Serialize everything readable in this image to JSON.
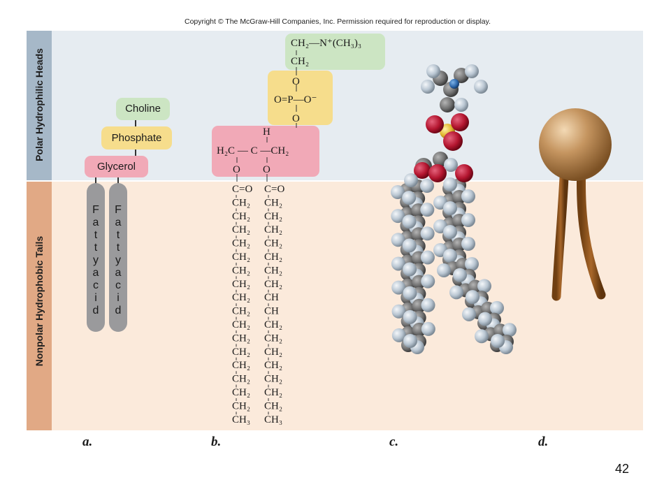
{
  "copyright": "Copyright © The McGraw-Hill Companies, Inc. Permission required for reproduction or display.",
  "regions": {
    "top_label": "Polar Hydrophilic Heads",
    "bottom_label": "Nonpolar Hydrophobic Tails"
  },
  "panel_a": {
    "choline": "Choline",
    "phosphate": "Phosphate",
    "glycerol": "Glycerol",
    "tail_letters": [
      "F",
      "a",
      "t",
      "t",
      "y",
      "a",
      "c",
      "i",
      "d"
    ]
  },
  "panel_b": {
    "choline_group": "CH₂—N⁺(CH₃)₃",
    "choline_ch2": "CH₂",
    "phosphate_o_top": "O",
    "phosphate_row": "O=P—O⁻",
    "phosphate_o_bottom": "O",
    "glycerol_h": "H",
    "glycerol_row": "H₂C — C —CH₂",
    "glycerol_o_left": "O",
    "glycerol_o_right": "O",
    "chain_left": [
      "C=O",
      "CH₂",
      "CH₂",
      "CH₂",
      "CH₂",
      "CH₂",
      "CH₂",
      "CH₂",
      "CH₂",
      "CH₂",
      "CH₂",
      "CH₂",
      "CH₂",
      "CH₂",
      "CH₂",
      "CH₂",
      "CH₂",
      "CH₃"
    ],
    "chain_right": [
      "C=O",
      "CH₂",
      "CH₂",
      "CH₂",
      "CH₂",
      "CH₂",
      "CH₂",
      "CH₂",
      "CH",
      "CH",
      "CH₂",
      "CH₂",
      "CH₂",
      "CH₂",
      "CH₂",
      "CH₂",
      "CH₂",
      "CH₃"
    ]
  },
  "panel_labels": [
    "a.",
    "b.",
    "c.",
    "d."
  ],
  "page_number": "42",
  "colors": {
    "polar_band": "#e6ecf1",
    "nonpolar_band": "#fbeadb",
    "choline": "#cce5c3",
    "phosphate": "#f6dd8c",
    "glycerol": "#f1a9b7",
    "tail": "#9a9a9c",
    "head_sphere": "#b98a57",
    "tail_rod": "#8a531c"
  }
}
